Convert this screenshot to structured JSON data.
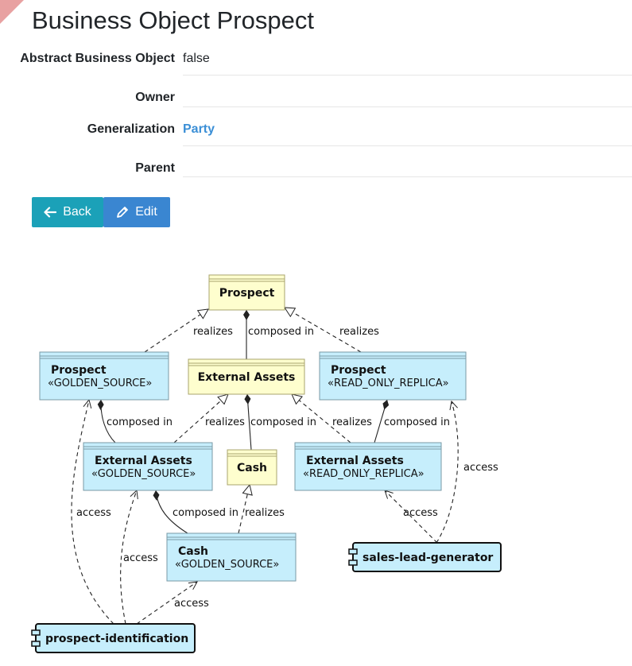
{
  "page": {
    "title": "Business Object Prospect"
  },
  "properties": [
    {
      "label": "Abstract Business Object",
      "value": "false",
      "is_link": false
    },
    {
      "label": "Owner",
      "value": "",
      "is_link": false
    },
    {
      "label": "Generalization",
      "value": "Party",
      "is_link": true
    },
    {
      "label": "Parent",
      "value": "",
      "is_link": false
    }
  ],
  "buttons": {
    "back": "Back",
    "edit": "Edit"
  },
  "diagram": {
    "classes": {
      "prospect": {
        "name": "Prospect",
        "stereotype": ""
      },
      "external_assets": {
        "name": "External Assets",
        "stereotype": ""
      },
      "cash": {
        "name": "Cash",
        "stereotype": ""
      },
      "prospect_golden": {
        "name": "Prospect",
        "stereotype": "«GOLDEN_SOURCE»"
      },
      "prospect_replica": {
        "name": "Prospect",
        "stereotype": "«READ_ONLY_REPLICA»"
      },
      "ext_golden": {
        "name": "External Assets",
        "stereotype": "«GOLDEN_SOURCE»"
      },
      "ext_replica": {
        "name": "External Assets",
        "stereotype": "«READ_ONLY_REPLICA»"
      },
      "cash_golden": {
        "name": "Cash",
        "stereotype": "«GOLDEN_SOURCE»"
      }
    },
    "components": {
      "sales": "sales-lead-generator",
      "prospect_id": "prospect-identification"
    },
    "edge_labels": {
      "realizes": "realizes",
      "composed_in": "composed in",
      "access": "access"
    },
    "colors": {
      "abstract_fill": "#fefece",
      "abstract_border": "#a8a46d",
      "source_fill": "#c6eefc",
      "source_border": "#7a9aa6",
      "component_fill": "#c6eefc",
      "line": "#222222"
    }
  }
}
